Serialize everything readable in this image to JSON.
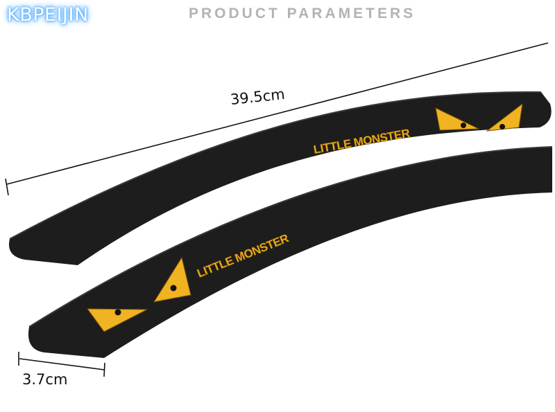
{
  "brand": {
    "name": "KBPEIJIN"
  },
  "header": {
    "title": "PRODUCT PARAMETERS"
  },
  "dimensions": {
    "length": "39.5cm",
    "width": "3.7cm"
  },
  "product": {
    "strip_text": "LITTLE MONSTER"
  },
  "colors": {
    "strip": "#1c1c1c",
    "accent": "#f0b321",
    "brand_glow": "#5fb8ff",
    "header": "#b3b3b3"
  }
}
